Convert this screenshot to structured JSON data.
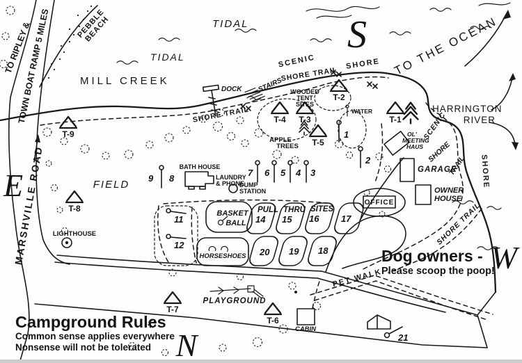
{
  "compass": {
    "south": "S",
    "east": "E",
    "west": "W",
    "north": "N"
  },
  "waterways": {
    "mill_creek": "MILL CREEK",
    "tidal_upper": "TIDAL",
    "tidal_lower": "TIDAL",
    "pebble_beach_line1": "PEBBLE",
    "pebble_beach_line2": "BEACH",
    "to_the_ocean": "TO THE OCEAN",
    "harrington_line1": "HARRINGTON",
    "harrington_line2": "RIVER",
    "shore_right": "SHORE"
  },
  "roads": {
    "to_ripley_line1": "TO RIPLEY &",
    "to_ripley_line2": "TOWN BOAT RAMP 5 MILES",
    "marshville": "MARSHVILLE ROAD",
    "pet_walk": "PET WALK"
  },
  "trails": {
    "scenic_top": "SCENIC",
    "shore_top": "SHORE",
    "shore_trail_top": "SHORE TRAIL",
    "shore_trail_dock": "SHORE TRAIL",
    "stairs": "STAIRS",
    "scenic_right": "SCENIC",
    "shore_right_curve": "SHORE",
    "trail_right_curve": "TRAIL",
    "shore_trail_bottom": "SHORE TRAIL"
  },
  "facilities": {
    "dock": "DOCK",
    "bath_house": "BATH HOUSE",
    "laundry_line1": "LAUNDRY",
    "laundry_line2": "& PHONE",
    "dump_line1": "DUMP",
    "dump_line2": "STATION",
    "office": "OFFICE",
    "garage": "GARAGE",
    "owner_house_line1": "OWNER",
    "owner_house_line2": "HOUSE",
    "meeting_haus_line1": "OL'",
    "meeting_haus_line2": "MEETING",
    "meeting_haus_line3": "HAUS",
    "cabin": "CABIN",
    "lighthouse": "LIGHTHOUSE",
    "water": "WATER"
  },
  "areas": {
    "field": "FIELD",
    "apple_line1": "APPLE",
    "apple_line2": "TREES",
    "wooded_line1": "WOODED",
    "wooded_line2": "TENT",
    "wooded_line3": "SITES",
    "basketball_line1": "BASKET",
    "basketball_line2": "BALL",
    "horseshoes": "HORSESHOES",
    "playground": "PLAYGROUND",
    "pull": "PULL",
    "thru": "THRU",
    "sites_word": "SITES"
  },
  "tents": [
    "T-1",
    "T-2",
    "T-3",
    "T-4",
    "T-5",
    "T-6",
    "T-7",
    "T-8",
    "T-9"
  ],
  "sites": {
    "n1": "1",
    "n2": "2",
    "n3": "3",
    "n4": "4",
    "n5": "5",
    "n6": "6",
    "n7": "7",
    "n8": "8",
    "n9": "9",
    "n11": "11",
    "n12": "12",
    "n14": "14",
    "n15": "15",
    "n16": "16",
    "n17": "17",
    "n18": "18",
    "n19": "19",
    "n20": "20",
    "n21": "21"
  },
  "notes": {
    "dog_title": "Dog owners -",
    "dog_body": "Please scoop the poop!",
    "rules_title": "Campground Rules",
    "rules_line1": "Common sense applies everywhere",
    "rules_line2": "Nonsense will not be tolerated"
  }
}
